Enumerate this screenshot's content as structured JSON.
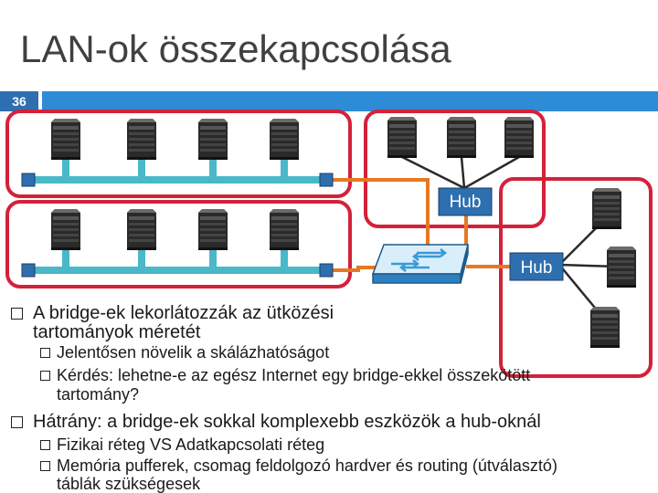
{
  "slide": {
    "title": "LAN-ok összekapcsolása",
    "number": "36"
  },
  "diagram": {
    "hub_top_label": "Hub",
    "hub_bottom_label": "Hub",
    "colors": {
      "bus_cyan": "#49b8c8",
      "bus_blue": "#2e6fb0",
      "highlight_red": "#d4213a",
      "link_orange": "#e87722",
      "switch_blue": "#3a9ad6",
      "hub_fill": "#2e6fb0"
    }
  },
  "bullets": [
    {
      "lines": [
        "A bridge-ek lekorlátozzák az ütközési",
        "tartományok méretét"
      ],
      "sub": [
        {
          "lines": [
            "Jelentősen növelik a skálázhatóságot"
          ]
        },
        {
          "lines": [
            "Kérdés: lehetne-e az egész Internet egy bridge-ekkel összekötött",
            "tartomány?"
          ]
        }
      ]
    },
    {
      "lines": [
        "Hátrány: a bridge-ek sokkal komplexebb eszközök a hub-oknál"
      ],
      "sub": [
        {
          "lines": [
            "Fizikai réteg VS Adatkapcsolati réteg"
          ]
        },
        {
          "lines": [
            "Memória pufferek, csomag feldolgozó hardver és routing (útválasztó)",
            "táblák szükségesek"
          ]
        }
      ]
    }
  ]
}
